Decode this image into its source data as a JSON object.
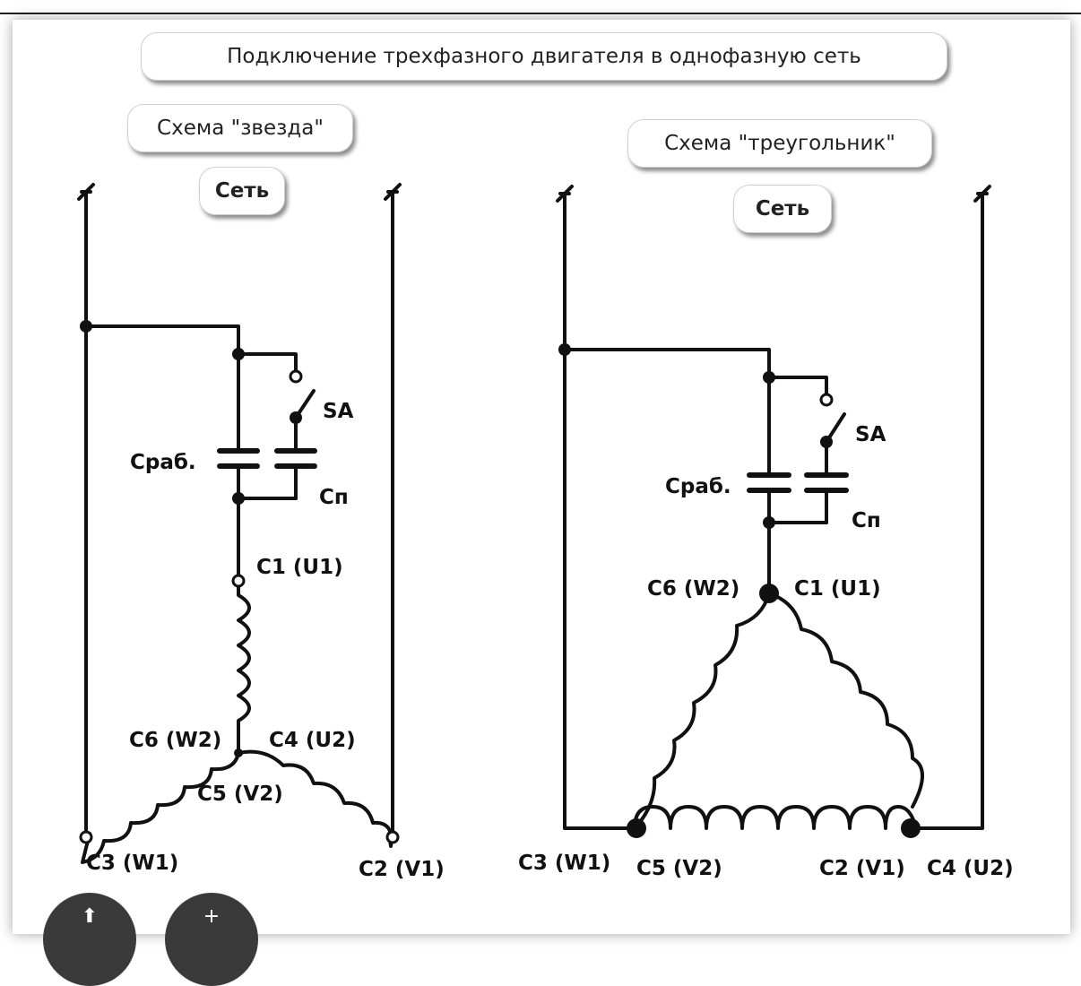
{
  "title": "Подключение трехфазного двигателя в однофазную сеть",
  "star": {
    "heading": "Схема \"звезда\"",
    "mains": "Сеть",
    "labels": {
      "sa": "SA",
      "c_rab": "Сраб.",
      "c_p": "Сп",
      "c1": "C1 (U1)",
      "c6": "C6 (W2)",
      "c4": "C4 (U2)",
      "c5": "C5 (V2)",
      "c3": "C3 (W1)",
      "c2": "C2 (V1)"
    }
  },
  "triangle": {
    "heading": "Схема \"треугольник\"",
    "mains": "Сеть",
    "labels": {
      "sa": "SA",
      "c_rab": "Сраб.",
      "c_p": "Сп",
      "c6": "C6 (W2)",
      "c1": "C1 (U1)",
      "c3": "C3 (W1)",
      "c5": "C5 (V2)",
      "c2": "C2 (V1)",
      "c4": "C4 (U2)"
    }
  },
  "icons": [
    "share-icon",
    "add-icon"
  ]
}
